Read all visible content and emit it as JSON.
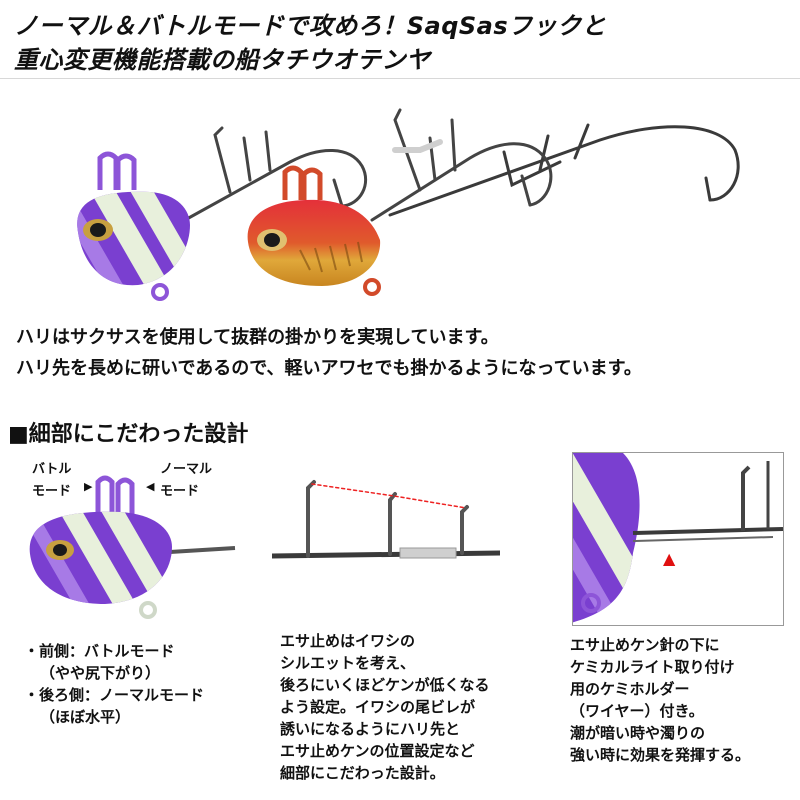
{
  "header": {
    "line1": "ノーマル＆バトルモードで攻めろ！SaqSasフックと",
    "line2": "重心変更機能搭載の船タチウオテンヤ"
  },
  "description": {
    "line1": "ハリはサクサスを使用して抜群の掛かりを実現しています。",
    "line2": "ハリ先を長めに研いであるので、軽いアワセでも掛かるようになっています。"
  },
  "section": {
    "title": "■細部にこだわった設計"
  },
  "panel1": {
    "battle_label_1": "バトル",
    "battle_label_2": "モード",
    "battle_arrow": "▶",
    "normal_label_1": "ノーマル",
    "normal_label_2": "モード",
    "normal_arrow": "◀",
    "notes": [
      "・前側：バトルモード",
      "（やや尻下がり）",
      "・後ろ側：ノーマルモード",
      "（ほぼ水平）"
    ]
  },
  "panel2": {
    "notes": [
      "エサ止めはイワシの",
      "シルエットを考え、",
      "後ろにいくほどケンが低くなる",
      "よう設定。イワシの尾ビレが",
      "誘いになるようにハリ先と",
      "エサ止めケンの位置設定など",
      "細部にこだわった設計。"
    ]
  },
  "panel3": {
    "marker": "▲",
    "notes": [
      "エサ止めケン針の下に",
      "ケミカルライト取り付け",
      "用のケミホルダー",
      "（ワイヤー）付き。",
      "潮が暗い時や濁りの",
      "強い時に効果を発揮する。"
    ]
  },
  "colors": {
    "purple": "#7a3fd0",
    "purple_light": "#a77ae6",
    "glow": "#e8f0dc",
    "red": "#d81e1e",
    "gold": "#d7a23a",
    "marker_red": "#e01010"
  }
}
